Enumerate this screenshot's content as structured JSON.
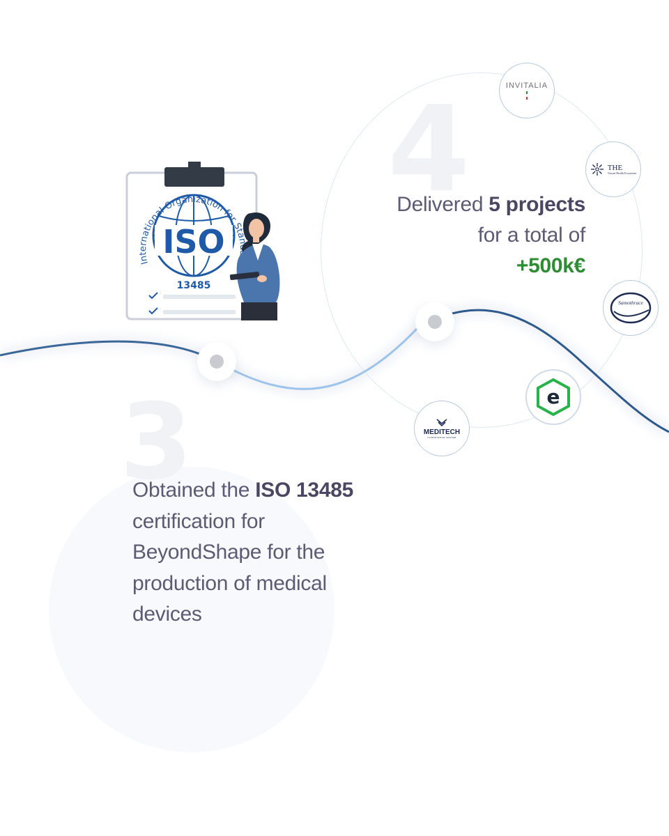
{
  "milestone_4": {
    "number": "4",
    "line1_a": "Delivered ",
    "line1_b": "5 projects",
    "line2": "for a total of",
    "amount": "+500k€"
  },
  "milestone_3": {
    "number": "3",
    "a": "Obtained the ",
    "b": "ISO 13485",
    "c": " certification for BeyondShape for the production of medical devices"
  },
  "iso_badge": {
    "arc_text": "International Organization for Standardization",
    "acronym": "ISO",
    "standard": "13485"
  },
  "partners": {
    "invitalia": "INVITALIA",
    "the_title": "THE",
    "the_sub": "Tuscan Health Ecosystem",
    "samothrace": "Samothrace",
    "ecosistema": "e",
    "meditech": "MEDITECH",
    "meditech_tag": "COMPETENCE CENTER"
  },
  "colors": {
    "accent_green": "#2e8c34",
    "wave_dark": "#2d5a8c",
    "wave_light": "#9cc4ea",
    "iso_blue": "#1f5aa6"
  }
}
